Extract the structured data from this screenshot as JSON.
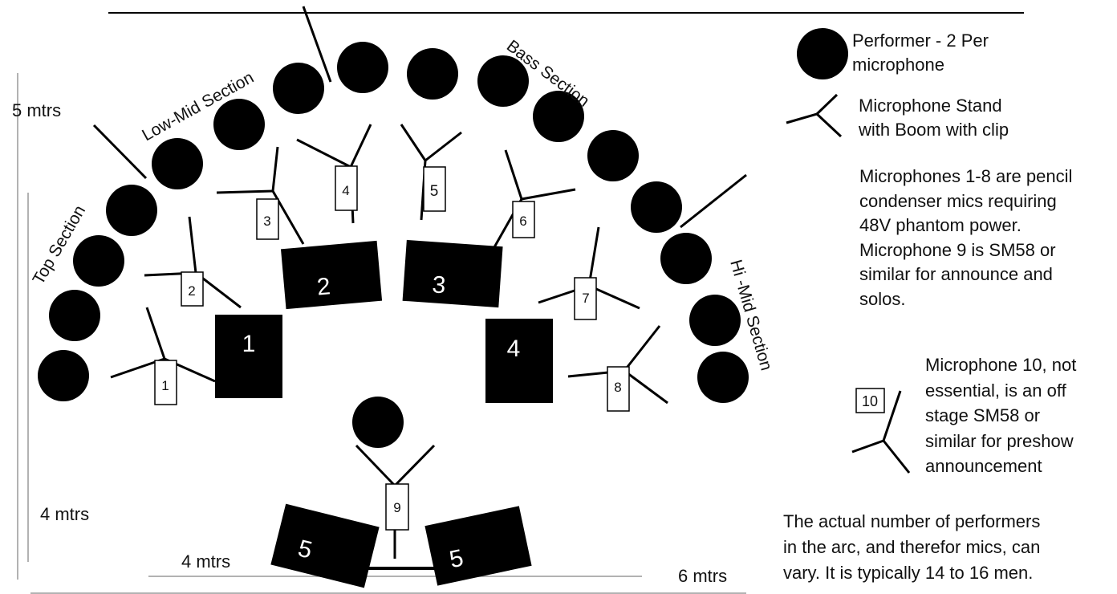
{
  "dimensions": {
    "left_top": "5 mtrs",
    "left_bottom": "4 mtrs",
    "bottom_left": "4 mtrs",
    "bottom_right": "6 mtrs"
  },
  "sections": {
    "top": "Top Section",
    "low_mid": "Low-Mid Section",
    "bass": "Bass Section",
    "hi_mid": "Hi -Mid Section"
  },
  "speakers": [
    "1",
    "2",
    "3",
    "4",
    "5",
    "5"
  ],
  "mics": [
    "1",
    "2",
    "3",
    "4",
    "5",
    "6",
    "7",
    "8",
    "9"
  ],
  "legend": {
    "performer": [
      "Performer - 2 Per",
      "microphone"
    ],
    "stand": [
      "Microphone Stand",
      "with Boom with clip"
    ],
    "pencil": [
      "Microphones 1-8 are pencil",
      "condenser mics requiring",
      "48V phantom power.",
      "Microphone 9 is SM58 or",
      "similar for announce and",
      "solos."
    ],
    "mic10_label": "10",
    "mic10": [
      "Microphone 10, not",
      "essential, is an off",
      "stage SM58 or",
      "similar for preshow",
      "announcement"
    ],
    "footer": [
      "The actual number of performers",
      "in the arc, and therefor mics, can",
      "vary. It is typically 14 to 16 men."
    ]
  }
}
